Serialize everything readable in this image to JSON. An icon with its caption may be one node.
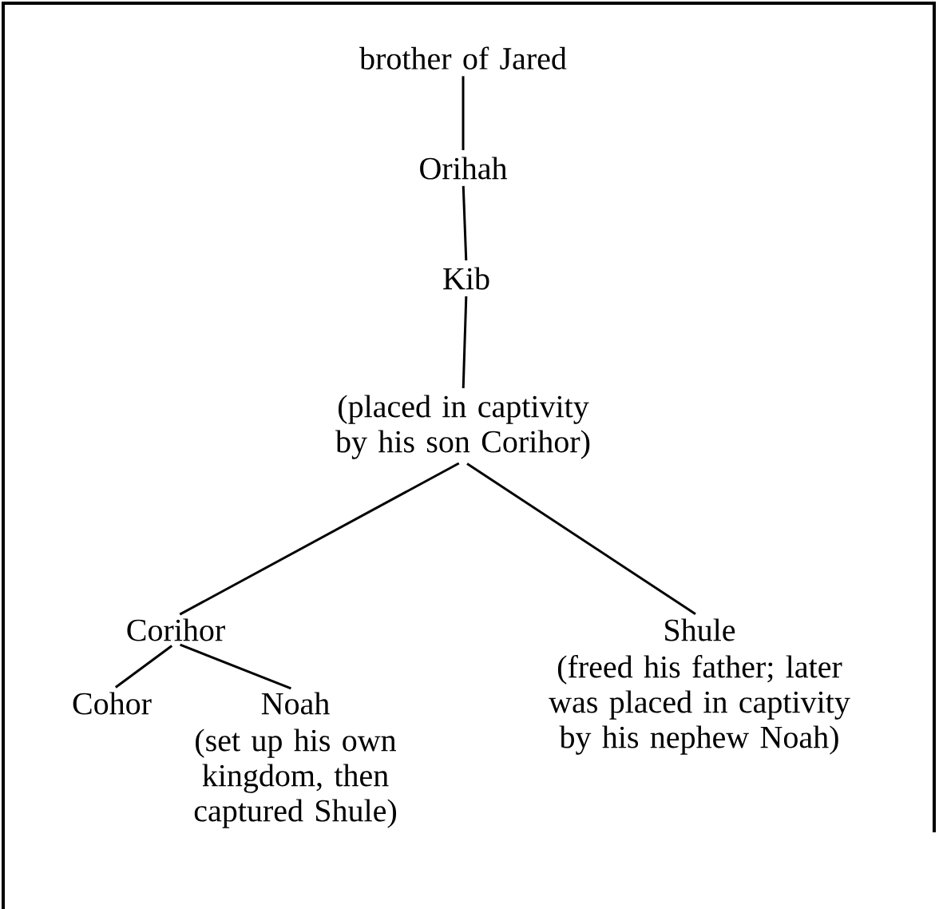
{
  "diagram": {
    "nodes": [
      {
        "text": [
          "brother of Jared"
        ]
      },
      {
        "text": [
          "Orihah"
        ]
      },
      {
        "text": [
          "Kib"
        ]
      },
      {
        "text": [
          "(placed in captivity by his son Corihor)"
        ]
      },
      {
        "text": [
          "Corihor"
        ]
      },
      {
        "text": [
          "Shule",
          "(freed his father; later was placed in captivity by his nephew Noah)"
        ]
      },
      {
        "text": [
          "Cohor"
        ]
      },
      {
        "text": [
          "Noah",
          "(set up his own kingdom, then captured Shule)"
        ]
      }
    ],
    "edges": [
      {
        "from": 0,
        "to": 1,
        "arrow": "none"
      },
      {
        "from": 1,
        "to": 2,
        "arrow": "none"
      },
      {
        "from": 2,
        "to": 3,
        "arrow": "none"
      },
      {
        "from": 3,
        "to": 4,
        "arrow": "none"
      },
      {
        "from": 3,
        "to": 5,
        "arrow": "none"
      },
      {
        "from": 4,
        "to": 6,
        "arrow": "none"
      },
      {
        "from": 4,
        "to": 7,
        "arrow": "none"
      }
    ]
  }
}
